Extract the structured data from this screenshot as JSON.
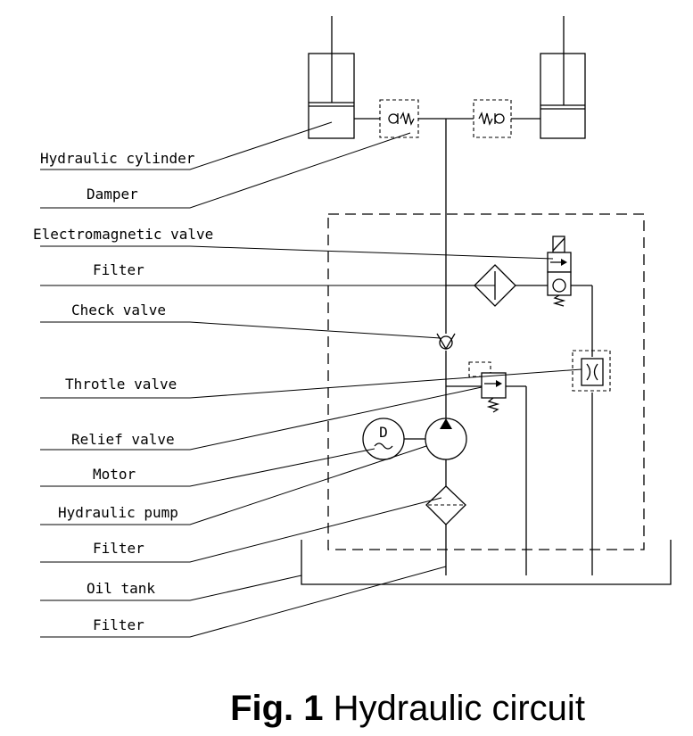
{
  "labels": [
    "Hydraulic cylinder",
    "Damper",
    "Electromagnetic valve",
    "Filter",
    "Check valve",
    "Throtle valve",
    "Relief valve",
    "Motor",
    "Hydraulic pump",
    "Filter",
    "Oil tank",
    "Filter"
  ],
  "motor_symbol": "D",
  "caption": {
    "prefix": "Fig. 1",
    "title": "Hydraulic circuit"
  }
}
